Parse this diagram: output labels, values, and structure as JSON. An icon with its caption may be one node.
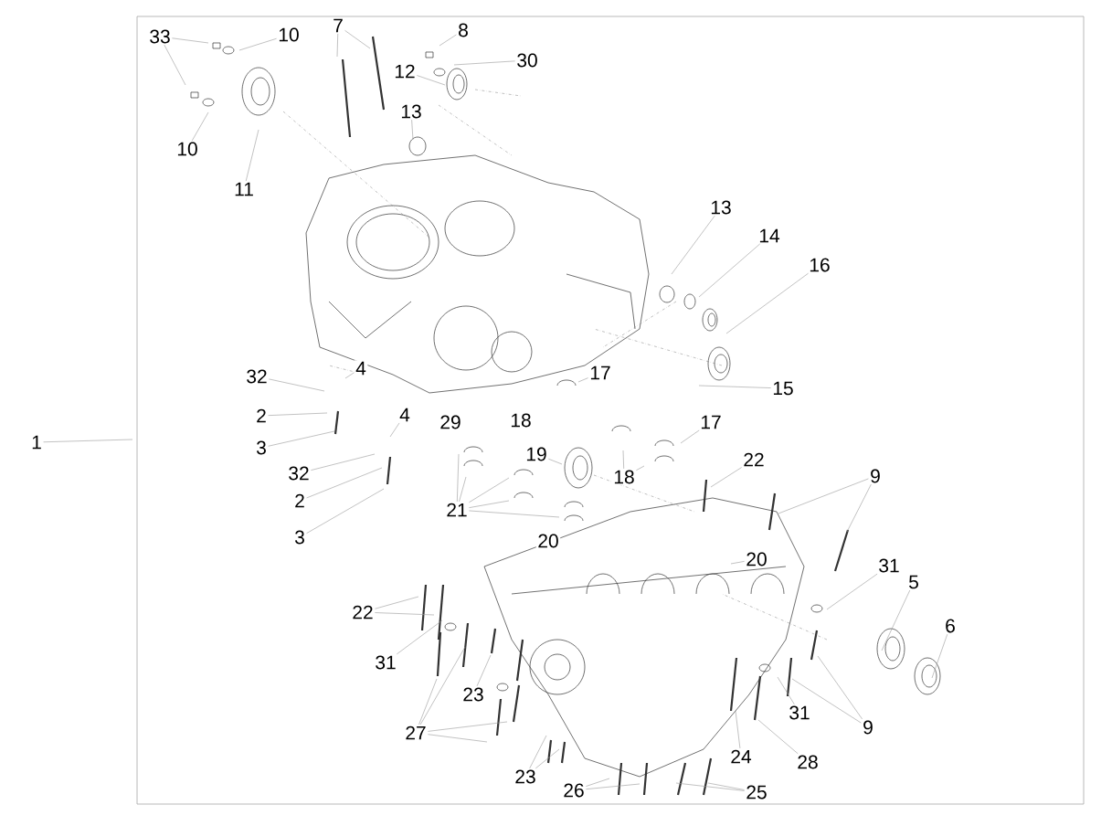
{
  "diagram": {
    "nodes": [
      {
        "text": [
          "1"
        ]
      },
      {
        "text": [
          "33"
        ]
      },
      {
        "text": [
          "10"
        ]
      },
      {
        "text": [
          "7"
        ]
      },
      {
        "text": [
          "8"
        ]
      },
      {
        "text": [
          "30"
        ]
      },
      {
        "text": [
          "12"
        ]
      },
      {
        "text": [
          "13"
        ]
      },
      {
        "text": [
          "10"
        ]
      },
      {
        "text": [
          "11"
        ]
      },
      {
        "text": [
          "13"
        ]
      },
      {
        "text": [
          "14"
        ]
      },
      {
        "text": [
          "16"
        ]
      },
      {
        "text": [
          "17"
        ]
      },
      {
        "text": [
          "15"
        ]
      },
      {
        "text": [
          "4"
        ]
      },
      {
        "text": [
          "32"
        ]
      },
      {
        "text": [
          "2"
        ]
      },
      {
        "text": [
          "3"
        ]
      },
      {
        "text": [
          "29"
        ]
      },
      {
        "text": [
          "18"
        ]
      },
      {
        "text": [
          "4"
        ]
      },
      {
        "text": [
          "17"
        ]
      },
      {
        "text": [
          "32"
        ]
      },
      {
        "text": [
          "2"
        ]
      },
      {
        "text": [
          "3"
        ]
      },
      {
        "text": [
          "19"
        ]
      },
      {
        "text": [
          "18"
        ]
      },
      {
        "text": [
          "22"
        ]
      },
      {
        "text": [
          "9"
        ]
      },
      {
        "text": [
          "21"
        ]
      },
      {
        "text": [
          "20"
        ]
      },
      {
        "text": [
          "20"
        ]
      },
      {
        "text": [
          "31"
        ]
      },
      {
        "text": [
          "5"
        ]
      },
      {
        "text": [
          "6"
        ]
      },
      {
        "text": [
          "22"
        ]
      },
      {
        "text": [
          "31"
        ]
      },
      {
        "text": [
          "23"
        ]
      },
      {
        "text": [
          "31"
        ]
      },
      {
        "text": [
          "9"
        ]
      },
      {
        "text": [
          "27"
        ]
      },
      {
        "text": [
          "24"
        ]
      },
      {
        "text": [
          "28"
        ]
      },
      {
        "text": [
          "23"
        ]
      },
      {
        "text": [
          "26"
        ]
      },
      {
        "text": [
          "25"
        ]
      }
    ],
    "edges": [
      {
        "from": 0,
        "to": null,
        "arrow": "none"
      },
      {
        "from": 1,
        "to": null,
        "arrow": "none"
      },
      {
        "from": 1,
        "to": null,
        "arrow": "none"
      },
      {
        "from": 2,
        "to": null,
        "arrow": "none"
      },
      {
        "from": 3,
        "to": null,
        "arrow": "none"
      },
      {
        "from": 3,
        "to": null,
        "arrow": "none"
      },
      {
        "from": 4,
        "to": null,
        "arrow": "none"
      },
      {
        "from": 5,
        "to": null,
        "arrow": "none"
      },
      {
        "from": 6,
        "to": null,
        "arrow": "none"
      },
      {
        "from": 7,
        "to": null,
        "arrow": "none"
      },
      {
        "from": 8,
        "to": null,
        "arrow": "none"
      },
      {
        "from": 9,
        "to": null,
        "arrow": "none"
      },
      {
        "from": 10,
        "to": null,
        "arrow": "none"
      },
      {
        "from": 11,
        "to": null,
        "arrow": "none"
      },
      {
        "from": 12,
        "to": null,
        "arrow": "none"
      },
      {
        "from": 13,
        "to": null,
        "arrow": "none"
      },
      {
        "from": 14,
        "to": null,
        "arrow": "none"
      },
      {
        "from": 15,
        "to": null,
        "arrow": "none"
      },
      {
        "from": 16,
        "to": null,
        "arrow": "none"
      },
      {
        "from": 17,
        "to": null,
        "arrow": "none"
      },
      {
        "from": 18,
        "to": null,
        "arrow": "none"
      },
      {
        "from": 21,
        "to": null,
        "arrow": "none"
      },
      {
        "from": 22,
        "to": null,
        "arrow": "none"
      },
      {
        "from": 23,
        "to": null,
        "arrow": "none"
      },
      {
        "from": 24,
        "to": null,
        "arrow": "none"
      },
      {
        "from": 25,
        "to": null,
        "arrow": "none"
      },
      {
        "from": 26,
        "to": null,
        "arrow": "none"
      },
      {
        "from": 27,
        "to": null,
        "arrow": "none"
      },
      {
        "from": 27,
        "to": null,
        "arrow": "none"
      },
      {
        "from": 28,
        "to": null,
        "arrow": "none"
      },
      {
        "from": 29,
        "to": null,
        "arrow": "none"
      },
      {
        "from": 29,
        "to": null,
        "arrow": "none"
      },
      {
        "from": 30,
        "to": null,
        "arrow": "none"
      },
      {
        "from": 30,
        "to": null,
        "arrow": "none"
      },
      {
        "from": 30,
        "to": null,
        "arrow": "none"
      },
      {
        "from": 30,
        "to": null,
        "arrow": "none"
      },
      {
        "from": 30,
        "to": null,
        "arrow": "none"
      },
      {
        "from": 32,
        "to": null,
        "arrow": "none"
      },
      {
        "from": 33,
        "to": null,
        "arrow": "none"
      },
      {
        "from": 34,
        "to": null,
        "arrow": "none"
      },
      {
        "from": 35,
        "to": null,
        "arrow": "none"
      },
      {
        "from": 36,
        "to": null,
        "arrow": "none"
      },
      {
        "from": 36,
        "to": null,
        "arrow": "none"
      },
      {
        "from": 37,
        "to": null,
        "arrow": "none"
      },
      {
        "from": 38,
        "to": null,
        "arrow": "none"
      },
      {
        "from": 39,
        "to": null,
        "arrow": "none"
      },
      {
        "from": 40,
        "to": null,
        "arrow": "none"
      },
      {
        "from": 40,
        "to": null,
        "arrow": "none"
      },
      {
        "from": 41,
        "to": null,
        "arrow": "none"
      },
      {
        "from": 41,
        "to": null,
        "arrow": "none"
      },
      {
        "from": 41,
        "to": null,
        "arrow": "none"
      },
      {
        "from": 41,
        "to": null,
        "arrow": "none"
      },
      {
        "from": 42,
        "to": null,
        "arrow": "none"
      },
      {
        "from": 43,
        "to": null,
        "arrow": "none"
      },
      {
        "from": 44,
        "to": null,
        "arrow": "none"
      },
      {
        "from": 44,
        "to": null,
        "arrow": "none"
      },
      {
        "from": 45,
        "to": null,
        "arrow": "none"
      },
      {
        "from": 45,
        "to": null,
        "arrow": "none"
      },
      {
        "from": 46,
        "to": null,
        "arrow": "none"
      },
      {
        "from": 46,
        "to": null,
        "arrow": "none"
      }
    ]
  }
}
